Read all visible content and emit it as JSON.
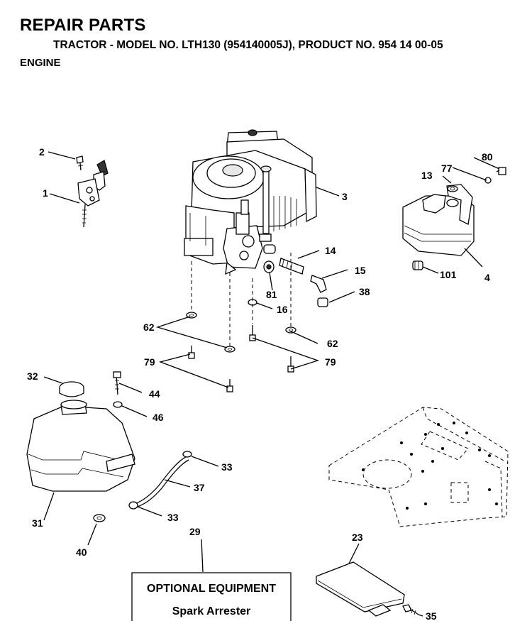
{
  "header": {
    "title": "REPAIR PARTS",
    "subtitle": "TRACTOR - MODEL NO. LTH130 (954140005J), PRODUCT NO. 954 14 00-05",
    "section": "ENGINE"
  },
  "callouts": {
    "c1": "1",
    "c2": "2",
    "c3": "3",
    "c4": "4",
    "c13": "13",
    "c14": "14",
    "c15": "15",
    "c16": "16",
    "c23": "23",
    "c29": "29",
    "c31": "31",
    "c32": "32",
    "c33a": "33",
    "c33b": "33",
    "c35": "35",
    "c37": "37",
    "c38": "38",
    "c40": "40",
    "c44": "44",
    "c46": "46",
    "c62a": "62",
    "c62b": "62",
    "c77": "77",
    "c79a": "79",
    "c79b": "79",
    "c80": "80",
    "c81": "81",
    "c101": "101"
  },
  "optional_box": {
    "title": "OPTIONAL EQUIPMENT",
    "item": "Spark Arrester"
  }
}
